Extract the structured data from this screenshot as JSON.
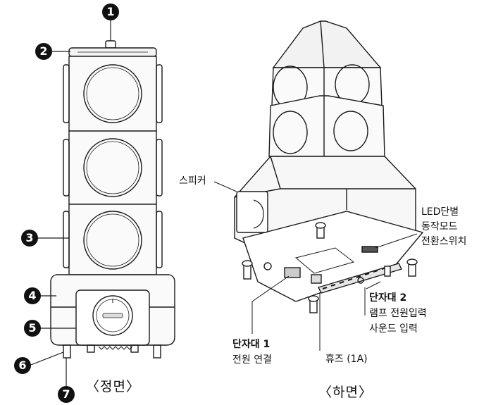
{
  "front_view": {
    "caption": "〈정면〉",
    "markers": [
      "1",
      "2",
      "3",
      "4",
      "5",
      "6",
      "7"
    ]
  },
  "bottom_view": {
    "caption": "〈하면〉",
    "speaker_label": "스피커",
    "led_switch_label": [
      "LED단별",
      "동작모드",
      "전환스위치"
    ],
    "terminal2_title": "단자대 2",
    "terminal2_lines": [
      "램프 전원입력",
      "사운드 입력"
    ],
    "terminal1_title": "단자대 1",
    "terminal1_line": "전원 연결",
    "fuse_label": "휴즈 (1A)"
  }
}
